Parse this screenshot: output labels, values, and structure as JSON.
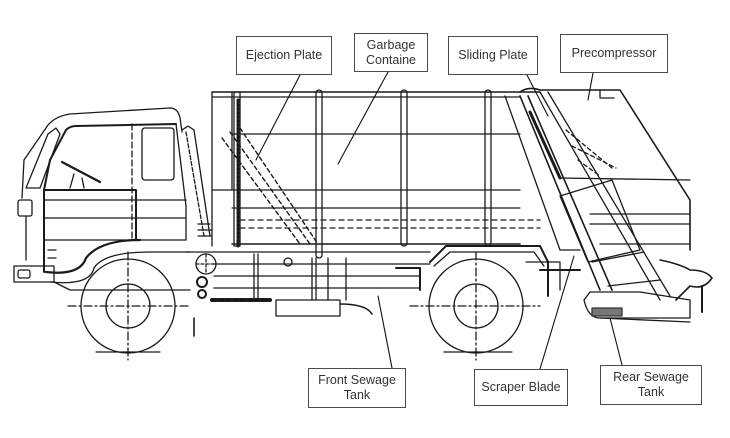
{
  "diagram": {
    "subject": "Rear loader garbage truck side view",
    "labels": {
      "ejection_plate": "Ejection Plate",
      "garbage_container": "Garbage\nContaine",
      "sliding_plate": "Sliding Plate",
      "precompressor": "Precompressor",
      "front_sewage_tank": "Front Sewage\nTank",
      "scraper_blade": "Scraper Blade",
      "rear_sewage_tank": "Rear Sewage\nTank"
    },
    "colors": {
      "line": "#1a1a1a",
      "label_border": "#4a4a4a",
      "label_text": "#333333",
      "background": "#ffffff"
    }
  }
}
